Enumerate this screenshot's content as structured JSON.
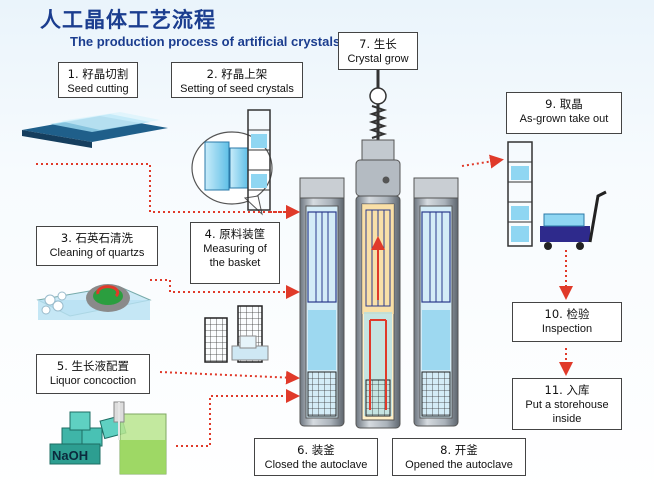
{
  "title": {
    "cn": "人工晶体工艺流程",
    "en": "The production process of artificial crystals"
  },
  "steps": [
    {
      "id": "seed-cutting",
      "cn": "1. 籽晶切割",
      "en": "Seed cutting"
    },
    {
      "id": "seed-setting",
      "cn": "2. 籽晶上架",
      "en": "Setting of seed crystals"
    },
    {
      "id": "quartz-cleaning",
      "cn": "3. 石英石清洗",
      "en": "Cleaning of quartzs"
    },
    {
      "id": "basket-measuring",
      "cn": "4. 原料装筐",
      "en_lines": [
        "Measuring of",
        "the basket"
      ]
    },
    {
      "id": "liquor-concoction",
      "cn": "5. 生长液配置",
      "en": "Liquor concoction"
    },
    {
      "id": "closed-autoclave",
      "cn": "6. 装釜",
      "en": "Closed the autoclave"
    },
    {
      "id": "crystal-grow",
      "cn": "7. 生长",
      "en": "Crystal grow"
    },
    {
      "id": "opened-autoclave",
      "cn": "8. 开釜",
      "en": "Opened the autoclave"
    },
    {
      "id": "take-out",
      "cn": "9. 取晶",
      "en": "As-grown take out"
    },
    {
      "id": "inspection",
      "cn": "10. 检验",
      "en": "Inspection"
    },
    {
      "id": "storehouse",
      "cn": "11. 入库",
      "en_lines": [
        "Put a storehouse",
        "inside"
      ]
    }
  ],
  "reagent_label": "NaOH",
  "colors": {
    "title": "#1b3d8f",
    "arrow": "#e03a2a",
    "autoclave_steel": "#9aa3ad",
    "crystal": "#7fd3f0",
    "cart": "#2e2a8c"
  }
}
